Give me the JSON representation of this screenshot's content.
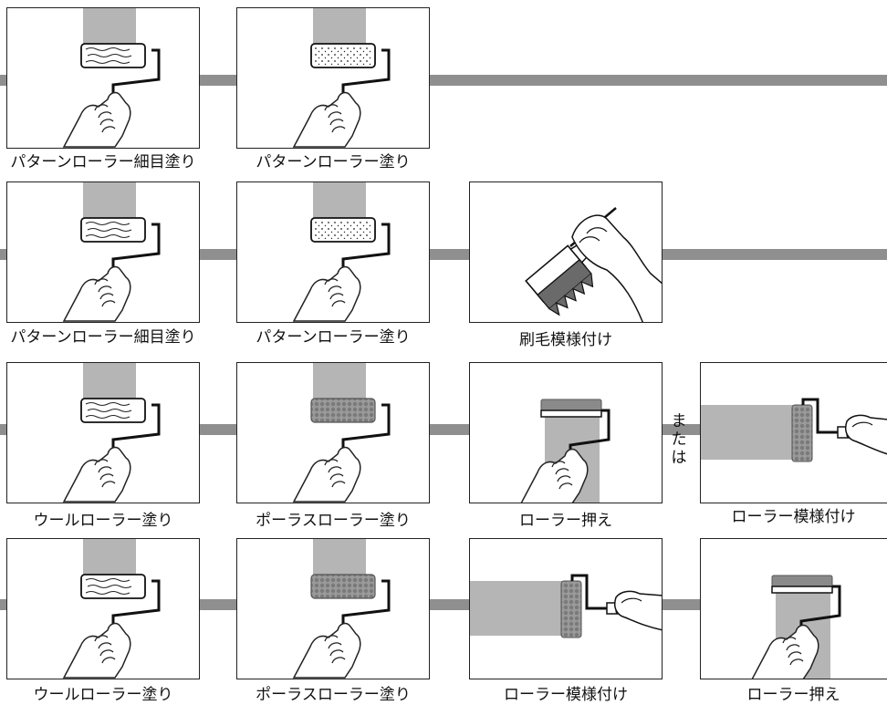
{
  "rows": [
    {
      "panels": [
        {
          "icon": "pattern-roller-icon",
          "label": "パターンローラー細目塗り"
        },
        {
          "icon": "pattern-roller-dotted-icon",
          "label": "パターンローラー塗り"
        }
      ]
    },
    {
      "panels": [
        {
          "icon": "pattern-roller-icon",
          "label": "パターンローラー細目塗り"
        },
        {
          "icon": "pattern-roller-dotted-icon",
          "label": "パターンローラー塗り"
        },
        {
          "icon": "brush-icon",
          "label": "刷毛模様付け"
        }
      ]
    },
    {
      "panels": [
        {
          "icon": "wool-roller-icon",
          "label": "ウールローラー塗り"
        },
        {
          "icon": "porous-roller-icon",
          "label": "ポーラスローラー塗り"
        },
        {
          "icon": "roller-press-icon",
          "label": "ローラー押え"
        },
        {
          "icon": "roller-pattern-icon",
          "label": "ローラー模様付け"
        }
      ],
      "or_text": [
        "ま",
        "た",
        "は"
      ]
    },
    {
      "panels": [
        {
          "icon": "wool-roller-icon",
          "label": "ウールローラー塗り"
        },
        {
          "icon": "porous-roller-icon",
          "label": "ポーラスローラー塗り"
        },
        {
          "icon": "roller-pattern-icon",
          "label": "ローラー模様付け"
        },
        {
          "icon": "roller-press-icon",
          "label": "ローラー押え"
        }
      ]
    }
  ]
}
